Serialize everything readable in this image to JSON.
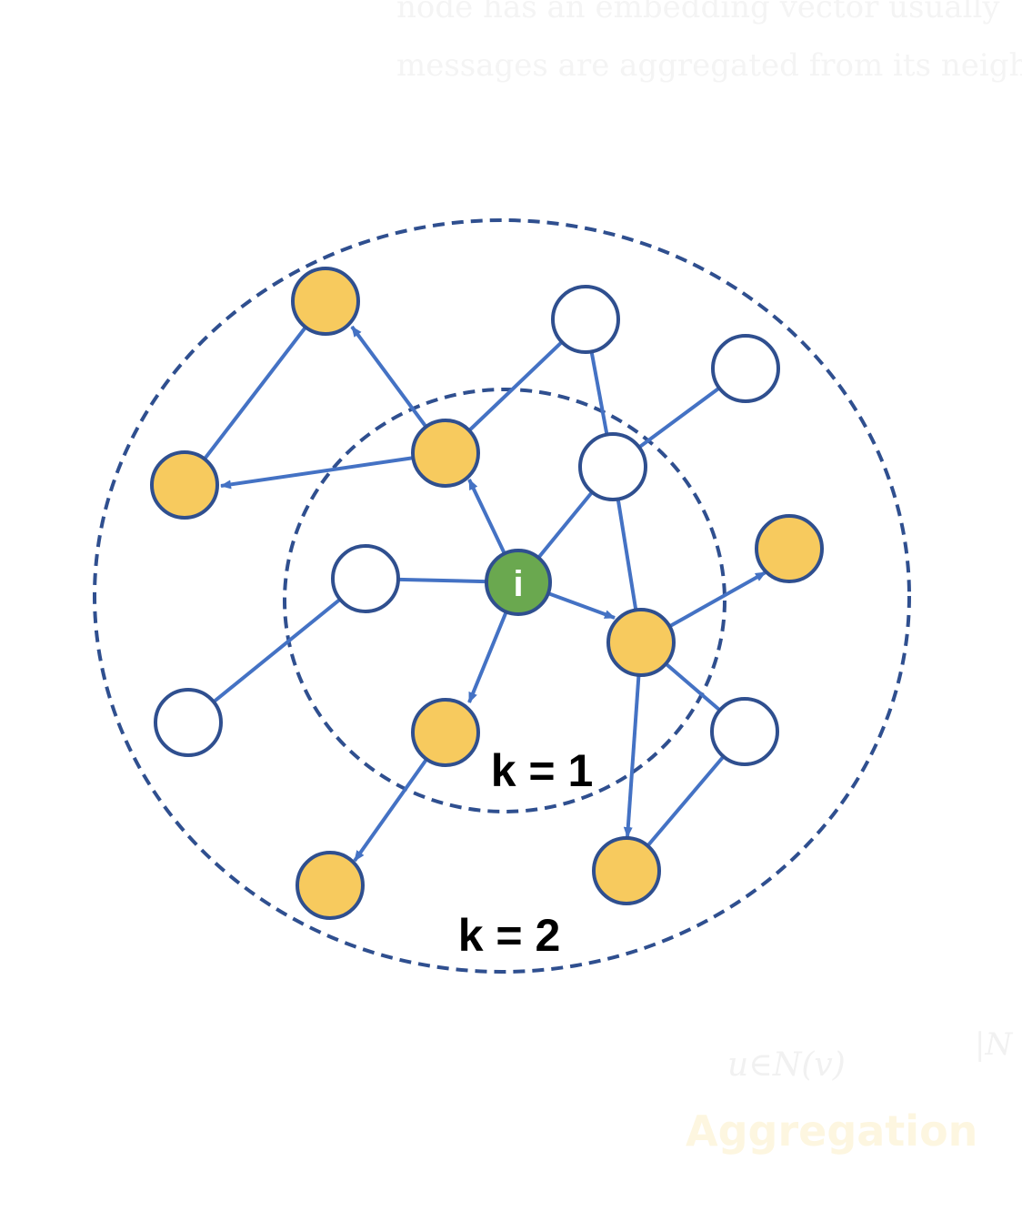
{
  "background_text": {
    "line1": "node has an embedding vector usually",
    "line2": "messages are aggregated from its neigh",
    "formula": "u∈N(v)",
    "formula_tail": "|N",
    "caption": "Aggregation"
  },
  "diagram": {
    "center_node_label": "i",
    "ring_labels": {
      "inner": "k = 1",
      "outer": "k = 2"
    },
    "colors": {
      "edge": "#4472c4",
      "ring": "#2f4f8f",
      "node_stroke": "#2f4f8f",
      "highlighted_node": "#f7ca5e",
      "plain_node": "#ffffff",
      "center_node": "#6aa84f"
    }
  }
}
